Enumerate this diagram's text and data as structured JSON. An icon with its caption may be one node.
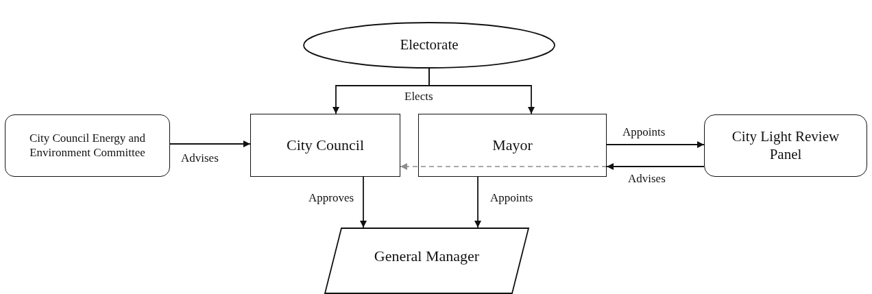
{
  "diagram": {
    "nodes": [
      {
        "text": [
          "Electorate"
        ]
      },
      {
        "text": [
          "City Council Energy and Environment Committee"
        ]
      },
      {
        "text": [
          "City Council"
        ]
      },
      {
        "text": [
          "Mayor"
        ]
      },
      {
        "text": [
          "City Light Review Panel"
        ]
      },
      {
        "text": [
          "General Manager"
        ]
      }
    ],
    "edges": [
      {
        "from": 0,
        "to": 2,
        "arrow": "to",
        "label": "Elects"
      },
      {
        "from": 0,
        "to": 3,
        "arrow": "to"
      },
      {
        "from": 1,
        "to": 2,
        "arrow": "to",
        "label": "Advises"
      },
      {
        "from": 3,
        "to": 4,
        "arrow": "to",
        "label": "Appoints"
      },
      {
        "from": 4,
        "to": 3,
        "arrow": "to",
        "label": "Advises"
      },
      {
        "from": 3,
        "to": 2,
        "arrow": "to",
        "style": "dashed",
        "color": "#8c8c8c"
      },
      {
        "from": 2,
        "to": 5,
        "arrow": "to",
        "label": "Approves"
      },
      {
        "from": 3,
        "to": 5,
        "arrow": "to",
        "label": "Appoints"
      }
    ]
  }
}
